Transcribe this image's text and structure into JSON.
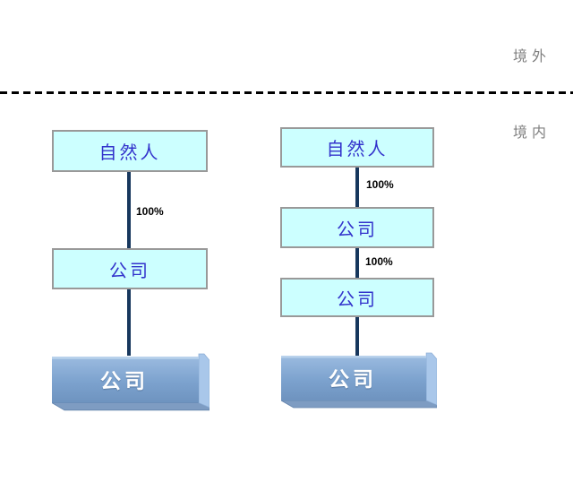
{
  "region_labels": {
    "offshore": "境外",
    "onshore": "境内"
  },
  "colors": {
    "node_fill": "#ccffff",
    "node_border": "#999999",
    "node_text": "#3333cc",
    "connector": "#17375d",
    "divider": "#000000",
    "region_label_text": "#7f7f7f",
    "box3d_front": "#7ca2ce",
    "box3d_front_top": "#9bbbe0",
    "box3d_front_bottom": "#6e93bf",
    "box3d_right": "#a9c7ea",
    "box3d_bottom": "#7e9cc2",
    "box3d_text": "#ffffff",
    "percent_text": "#000000"
  },
  "diagrams": [
    {
      "id": "left-structure",
      "nodes": [
        {
          "label": "自然人",
          "type": "flat"
        },
        {
          "label": "公司",
          "type": "flat"
        },
        {
          "label": "公司",
          "type": "3d"
        }
      ],
      "edges": [
        {
          "label": "100%"
        },
        {
          "label": ""
        }
      ]
    },
    {
      "id": "right-structure",
      "nodes": [
        {
          "label": "自然人",
          "type": "flat"
        },
        {
          "label": "公司",
          "type": "flat"
        },
        {
          "label": "公司",
          "type": "flat"
        },
        {
          "label": "公司",
          "type": "3d"
        }
      ],
      "edges": [
        {
          "label": "100%"
        },
        {
          "label": "100%"
        },
        {
          "label": ""
        }
      ]
    }
  ]
}
